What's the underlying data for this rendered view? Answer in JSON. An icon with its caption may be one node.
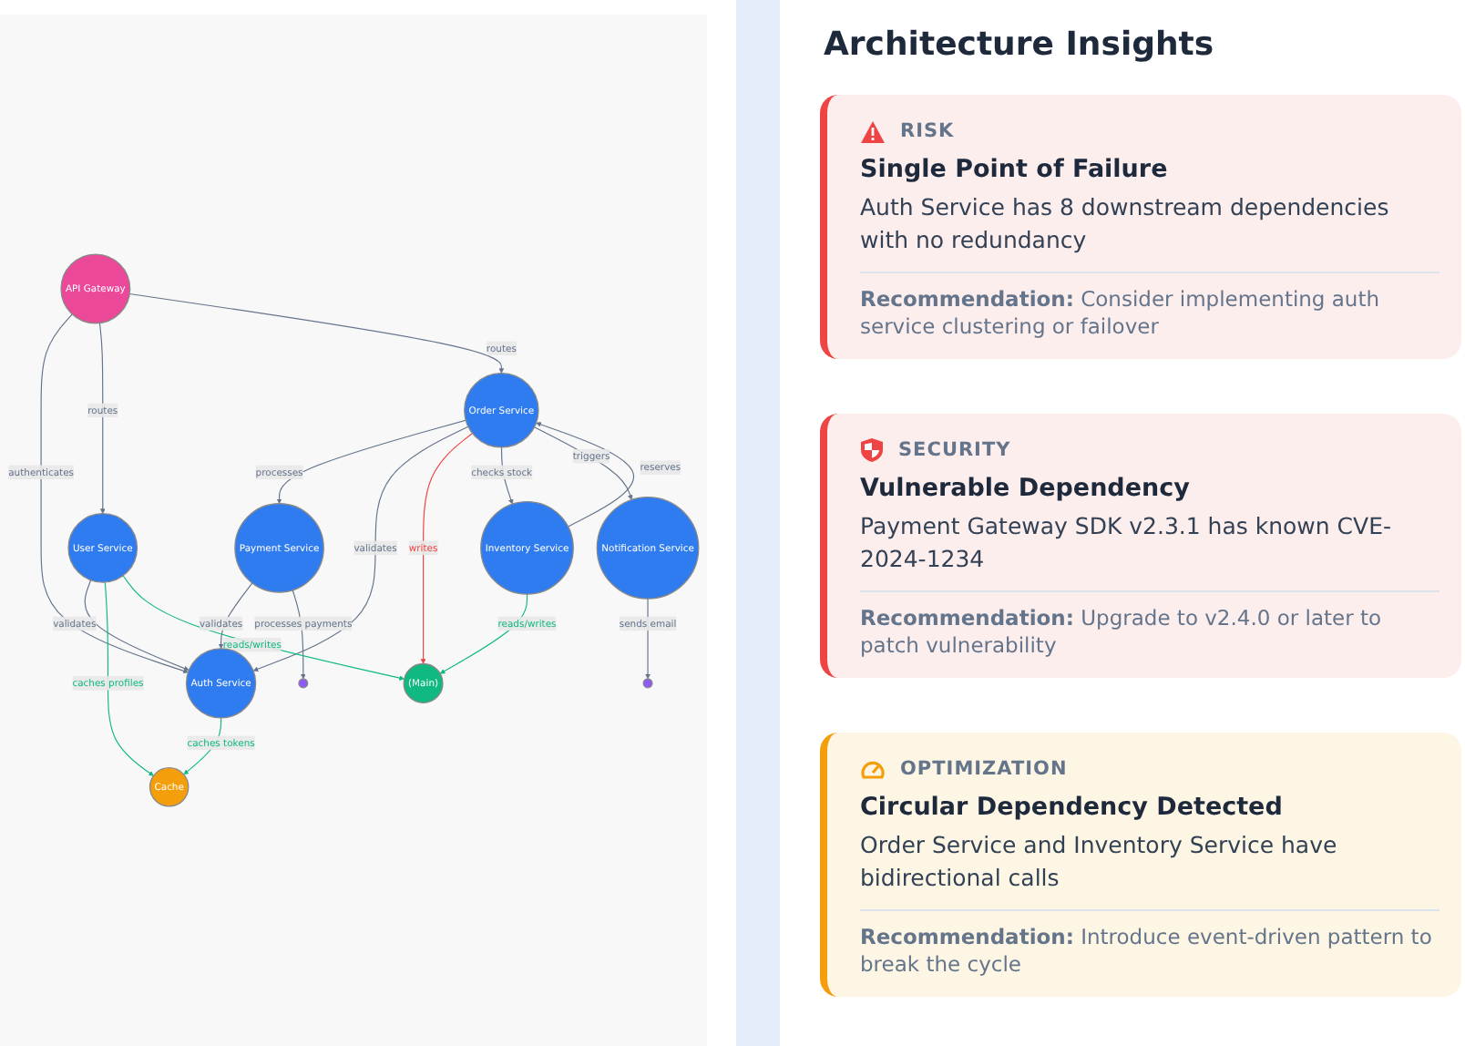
{
  "diagram": {
    "title": "Architecture Insights",
    "nodes": [
      {
        "text": [],
        "shape": "circle"
      },
      {
        "text": [
          "API Gateway"
        ]
      },
      {
        "text": [
          "Payment Service"
        ]
      },
      {
        "text": [
          "Auth Service"
        ]
      },
      {
        "text": [
          "User Service"
        ]
      },
      {
        "text": [
          "Order Service"
        ]
      },
      {
        "text": [
          "Cache"
        ]
      },
      {
        "text": [
          "Notification Service"
        ]
      },
      {
        "text": [
          "Inventory Service"
        ]
      },
      {
        "text": [
          "(Main)"
        ]
      },
      {
        "text": [],
        "shape": "circle"
      }
    ],
    "edges": [
      {
        "from": 1,
        "to": 3,
        "arrow": "to",
        "label": "authenticates"
      },
      {
        "from": 1,
        "to": 4,
        "arrow": "to",
        "label": "routes"
      },
      {
        "from": 1,
        "to": 5,
        "arrow": "to",
        "label": "routes"
      },
      {
        "from": 2,
        "to": 3,
        "arrow": "to",
        "label": "validates"
      },
      {
        "from": 2,
        "to": 0,
        "arrow": "to",
        "label": "processes payments"
      },
      {
        "from": 5,
        "to": 2,
        "arrow": "to",
        "label": "processes"
      },
      {
        "from": 5,
        "to": 3,
        "arrow": "to",
        "label": "validates"
      },
      {
        "from": 4,
        "to": 3,
        "arrow": "to",
        "label": "validates"
      },
      {
        "from": 3,
        "to": 6,
        "arrow": "to",
        "label": "caches tokens",
        "color": "#10b981"
      },
      {
        "from": 4,
        "to": 6,
        "arrow": "to",
        "label": "caches profiles",
        "color": "#10b981"
      },
      {
        "from": 4,
        "to": 9,
        "arrow": "to",
        "label": "reads/writes",
        "color": "#10b981"
      },
      {
        "from": 5,
        "to": 9,
        "arrow": "to",
        "label": "writes",
        "color": "#ef4444"
      },
      {
        "from": 8,
        "to": 5,
        "arrow": "to",
        "label": "reserves"
      },
      {
        "from": 5,
        "to": 8,
        "arrow": "to",
        "label": "checks stock"
      },
      {
        "from": 5,
        "to": 7,
        "arrow": "to",
        "label": "triggers"
      },
      {
        "from": 7,
        "to": 10,
        "arrow": "to",
        "label": "sends email"
      },
      {
        "from": 8,
        "to": 9,
        "arrow": "to",
        "label": "reads/writes",
        "color": "#10b981"
      }
    ],
    "labels": [
      "RISK",
      "Single Point of Failure",
      "Auth Service has 8 downstream dependencies with no redundancy",
      "**Recommendation:** Consider implementing auth service clustering or failover",
      "SECURITY",
      "Vulnerable Dependency",
      "Payment Gateway SDK v2.3.1 has known CVE-2024-1234",
      "**Recommendation:** Upgrade to v2.4.0 or later to patch vulnerability",
      "OPTIMIZATION",
      "Circular Dependency Detected",
      "Order Service and Inventory Service have bidirectional calls",
      "**Recommendation:** Introduce event-driven pattern to break the cycle"
    ]
  }
}
